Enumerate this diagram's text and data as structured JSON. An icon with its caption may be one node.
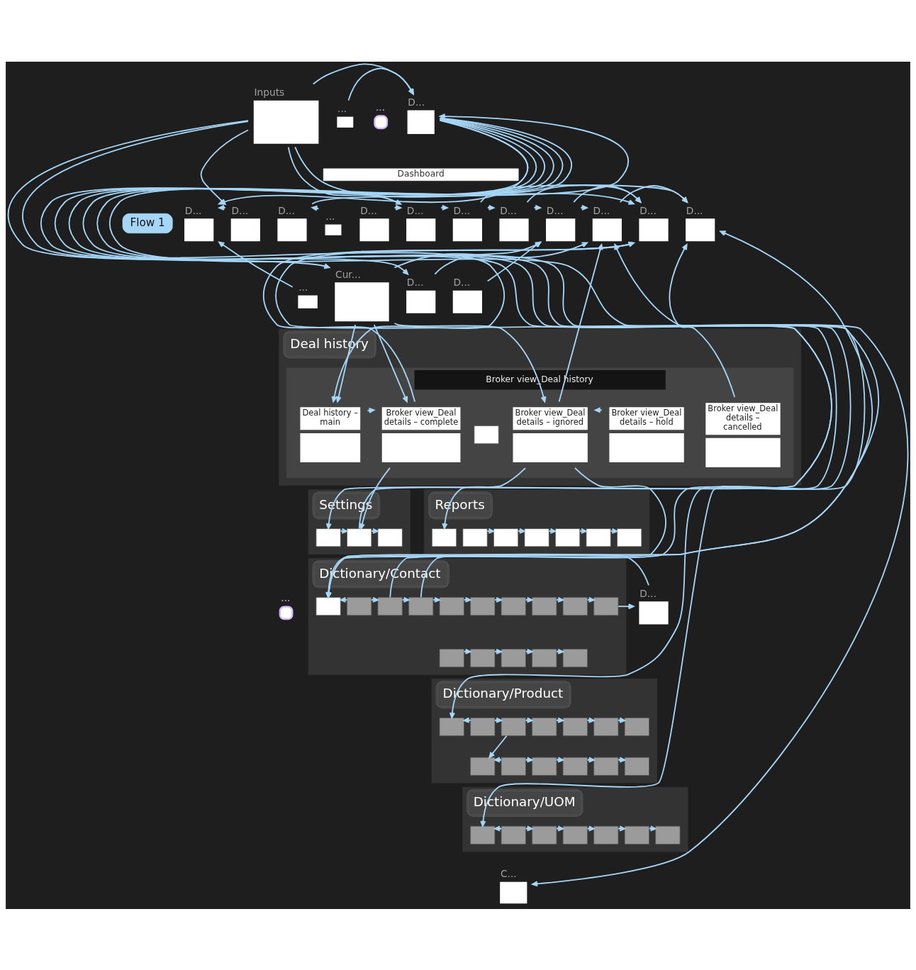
{
  "diagram": {
    "nodes": [
      {
        "text": [
          "Inputs"
        ]
      },
      {
        "text": [
          "Cur..."
        ]
      },
      {
        "text": [
          "Flow 1"
        ]
      },
      {
        "text": [
          "D..."
        ]
      },
      {
        "text": [
          "Dashboard"
        ]
      },
      {
        "text": [
          "D..."
        ]
      },
      {
        "text": [
          "D..."
        ]
      },
      {
        "text": [
          "D..."
        ]
      },
      {
        "text": [
          "D..."
        ]
      },
      {
        "text": [
          "D..."
        ]
      },
      {
        "text": [
          "D..."
        ]
      },
      {
        "text": [
          "D..."
        ]
      },
      {
        "text": [
          "D..."
        ]
      },
      {
        "text": [
          "D..."
        ]
      },
      {
        "text": [
          "D..."
        ]
      },
      {
        "text": [
          "D..."
        ]
      },
      {
        "text": [
          "D..."
        ]
      },
      {
        "text": [
          "D..."
        ]
      },
      {
        "text": [
          "..."
        ]
      },
      {
        "text": [
          "..."
        ]
      },
      {
        "text": [
          "..."
        ]
      },
      {
        "text": [
          "..."
        ]
      },
      {
        "text": [
          "..."
        ]
      },
      {
        "text": [
          "Deal history"
        ]
      },
      {
        "text": [
          "Broker view_Deal history"
        ],
        "in": 23
      },
      {
        "text": [
          "Deal history – main"
        ],
        "in": 24
      },
      {
        "text": [
          "Broker view_Deal details – complete"
        ],
        "in": 24
      },
      {
        "text": [],
        "shape": "box",
        "in": 24
      },
      {
        "text": [
          "Broker view_Deal details – ignored"
        ],
        "in": 24
      },
      {
        "text": [
          "Broker view_Deal details – hold"
        ],
        "in": 24
      },
      {
        "text": [
          "Broker view_Deal details – cancelled"
        ],
        "in": 24
      },
      {
        "text": [
          "Settings"
        ]
      },
      {
        "text": [],
        "shape": "box",
        "in": 31
      },
      {
        "text": [],
        "shape": "box",
        "in": 31
      },
      {
        "text": [],
        "shape": "box",
        "in": 31
      },
      {
        "text": [
          "Reports"
        ]
      },
      {
        "text": [],
        "shape": "box",
        "in": 35
      },
      {
        "text": [],
        "shape": "box",
        "in": 35
      },
      {
        "text": [],
        "shape": "box",
        "in": 35
      },
      {
        "text": [],
        "shape": "box",
        "in": 35
      },
      {
        "text": [],
        "shape": "box",
        "in": 35
      },
      {
        "text": [],
        "shape": "box",
        "in": 35
      },
      {
        "text": [],
        "shape": "box",
        "in": 35
      },
      {
        "text": [
          "Dictionary/Contact"
        ]
      },
      {
        "text": [],
        "shape": "box",
        "in": 43
      },
      {
        "text": [],
        "shape": "box",
        "in": 43
      },
      {
        "text": [],
        "shape": "box",
        "in": 43
      },
      {
        "text": [],
        "shape": "box",
        "in": 43
      },
      {
        "text": [],
        "shape": "box",
        "in": 43
      },
      {
        "text": [],
        "shape": "box",
        "in": 43
      },
      {
        "text": [],
        "shape": "box",
        "in": 43
      },
      {
        "text": [],
        "shape": "box",
        "in": 43
      },
      {
        "text": [],
        "shape": "box",
        "in": 43
      },
      {
        "text": [],
        "shape": "box",
        "in": 43
      },
      {
        "text": [],
        "shape": "box",
        "in": 43
      },
      {
        "text": [],
        "shape": "box",
        "in": 43
      },
      {
        "text": [],
        "shape": "box",
        "in": 43
      },
      {
        "text": [],
        "shape": "box",
        "in": 43
      },
      {
        "text": [],
        "shape": "box",
        "in": 43
      },
      {
        "text": [
          "D..."
        ]
      },
      {
        "text": [
          "Dictionary/Product"
        ]
      },
      {
        "text": [],
        "shape": "box",
        "in": 60
      },
      {
        "text": [],
        "shape": "box",
        "in": 60
      },
      {
        "text": [],
        "shape": "box",
        "in": 60
      },
      {
        "text": [],
        "shape": "box",
        "in": 60
      },
      {
        "text": [],
        "shape": "box",
        "in": 60
      },
      {
        "text": [],
        "shape": "box",
        "in": 60
      },
      {
        "text": [],
        "shape": "box",
        "in": 60
      },
      {
        "text": [],
        "shape": "box",
        "in": 60
      },
      {
        "text": [],
        "shape": "box",
        "in": 60
      },
      {
        "text": [],
        "shape": "box",
        "in": 60
      },
      {
        "text": [],
        "shape": "box",
        "in": 60
      },
      {
        "text": [],
        "shape": "box",
        "in": 60
      },
      {
        "text": [],
        "shape": "box",
        "in": 60
      },
      {
        "text": [
          "Dictionary/UOM"
        ]
      },
      {
        "text": [],
        "shape": "box",
        "in": 74
      },
      {
        "text": [],
        "shape": "box",
        "in": 74
      },
      {
        "text": [],
        "shape": "box",
        "in": 74
      },
      {
        "text": [],
        "shape": "box",
        "in": 74
      },
      {
        "text": [],
        "shape": "box",
        "in": 74
      },
      {
        "text": [],
        "shape": "box",
        "in": 74
      },
      {
        "text": [],
        "shape": "box",
        "in": 74
      },
      {
        "text": [
          "C..."
        ]
      }
    ],
    "edges": [
      {
        "from": 3,
        "to": 5,
        "arrow": "to"
      },
      {
        "from": 3,
        "to": 25,
        "arrow": "to"
      },
      {
        "from": 3,
        "to": 32,
        "arrow": "to"
      },
      {
        "from": 3,
        "to": 44,
        "arrow": "to"
      },
      {
        "from": 3,
        "to": 61,
        "arrow": "to"
      },
      {
        "from": 3,
        "to": 75,
        "arrow": "to"
      },
      {
        "from": 3,
        "to": 82,
        "arrow": "to"
      },
      {
        "from": 7,
        "to": 3,
        "arrow": "to"
      },
      {
        "from": 0,
        "to": 3,
        "arrow": "to"
      },
      {
        "from": 0,
        "to": 6,
        "arrow": "to"
      },
      {
        "from": 0,
        "to": 9,
        "arrow": "to"
      },
      {
        "from": 0,
        "to": 14,
        "arrow": "to"
      },
      {
        "from": 0,
        "to": 16,
        "arrow": "to"
      },
      {
        "from": 0,
        "to": 1,
        "arrow": "to"
      },
      {
        "from": 18,
        "to": 7,
        "arrow": "to"
      },
      {
        "from": 19,
        "to": 3,
        "arrow": "to"
      },
      {
        "from": 20,
        "to": 5,
        "arrow": "to"
      },
      {
        "from": 1,
        "to": 25,
        "arrow": "to"
      },
      {
        "from": 1,
        "to": 26,
        "arrow": "to"
      },
      {
        "from": 1,
        "to": 28,
        "arrow": "to"
      },
      {
        "from": 1,
        "to": 13,
        "arrow": "to"
      },
      {
        "from": 6,
        "to": 5,
        "arrow": "to"
      },
      {
        "from": 8,
        "to": 9,
        "arrow": "to"
      },
      {
        "from": 9,
        "to": 10,
        "arrow": "to"
      },
      {
        "from": 10,
        "to": 11,
        "arrow": "to"
      },
      {
        "from": 11,
        "to": 12,
        "arrow": "to"
      },
      {
        "from": 12,
        "to": 13,
        "arrow": "to"
      },
      {
        "from": 11,
        "to": 16,
        "arrow": "to"
      },
      {
        "from": 12,
        "to": 16,
        "arrow": "to"
      },
      {
        "from": 13,
        "to": 17,
        "arrow": "to"
      },
      {
        "from": 10,
        "to": 17,
        "arrow": "to"
      },
      {
        "from": 15,
        "to": 12,
        "arrow": "to"
      },
      {
        "from": 14,
        "to": 12,
        "arrow": "to"
      },
      {
        "from": 28,
        "to": 13,
        "arrow": "to"
      },
      {
        "from": 26,
        "to": 16,
        "arrow": "to"
      },
      {
        "from": 25,
        "to": 26,
        "arrow": "to"
      },
      {
        "from": 28,
        "to": 36,
        "arrow": "to"
      },
      {
        "from": 26,
        "to": 33,
        "arrow": "to"
      },
      {
        "from": 28,
        "to": 44,
        "arrow": "to"
      },
      {
        "from": 30,
        "to": 17,
        "arrow": "to"
      },
      {
        "from": 29,
        "to": 28,
        "arrow": "to"
      },
      {
        "from": 32,
        "to": 33,
        "arrow": "to"
      },
      {
        "from": 33,
        "to": 34,
        "arrow": "to"
      },
      {
        "from": 33,
        "to": 16,
        "arrow": "to"
      },
      {
        "from": 37,
        "to": 38,
        "arrow": "to"
      },
      {
        "from": 38,
        "to": 39,
        "arrow": "to"
      },
      {
        "from": 39,
        "to": 40,
        "arrow": "to"
      },
      {
        "from": 40,
        "to": 41,
        "arrow": "to"
      },
      {
        "from": 41,
        "to": 42,
        "arrow": "to"
      },
      {
        "from": 45,
        "to": 44,
        "arrow": "to"
      },
      {
        "from": 45,
        "to": 46,
        "arrow": "to"
      },
      {
        "from": 46,
        "to": 47,
        "arrow": "to"
      },
      {
        "from": 47,
        "to": 48,
        "arrow": "to"
      },
      {
        "from": 48,
        "to": 49,
        "arrow": "to"
      },
      {
        "from": 49,
        "to": 50,
        "arrow": "to"
      },
      {
        "from": 50,
        "to": 51,
        "arrow": "to"
      },
      {
        "from": 51,
        "to": 52,
        "arrow": "to"
      },
      {
        "from": 52,
        "to": 53,
        "arrow": "to"
      },
      {
        "from": 53,
        "to": 59,
        "arrow": "to"
      },
      {
        "from": 59,
        "to": 44,
        "arrow": "to"
      },
      {
        "from": 54,
        "to": 55,
        "arrow": "to"
      },
      {
        "from": 55,
        "to": 56,
        "arrow": "to"
      },
      {
        "from": 56,
        "to": 57,
        "arrow": "to"
      },
      {
        "from": 57,
        "to": 58,
        "arrow": "to"
      },
      {
        "from": 46,
        "to": 17,
        "arrow": "to"
      },
      {
        "from": 47,
        "to": 13,
        "arrow": "to"
      },
      {
        "from": 62,
        "to": 61,
        "arrow": "to"
      },
      {
        "from": 62,
        "to": 63,
        "arrow": "to"
      },
      {
        "from": 63,
        "to": 64,
        "arrow": "to"
      },
      {
        "from": 64,
        "to": 65,
        "arrow": "to"
      },
      {
        "from": 65,
        "to": 66,
        "arrow": "to"
      },
      {
        "from": 66,
        "to": 67,
        "arrow": "to"
      },
      {
        "from": 63,
        "to": 68,
        "arrow": "to"
      },
      {
        "from": 69,
        "to": 68,
        "arrow": "to"
      },
      {
        "from": 69,
        "to": 70,
        "arrow": "to"
      },
      {
        "from": 70,
        "to": 71,
        "arrow": "to"
      },
      {
        "from": 71,
        "to": 72,
        "arrow": "to"
      },
      {
        "from": 72,
        "to": 73,
        "arrow": "to"
      },
      {
        "from": 76,
        "to": 75,
        "arrow": "to"
      },
      {
        "from": 76,
        "to": 77,
        "arrow": "to"
      },
      {
        "from": 77,
        "to": 78,
        "arrow": "to"
      },
      {
        "from": 78,
        "to": 79,
        "arrow": "to"
      },
      {
        "from": 79,
        "to": 80,
        "arrow": "to"
      },
      {
        "from": 80,
        "to": 81,
        "arrow": "to"
      }
    ]
  }
}
